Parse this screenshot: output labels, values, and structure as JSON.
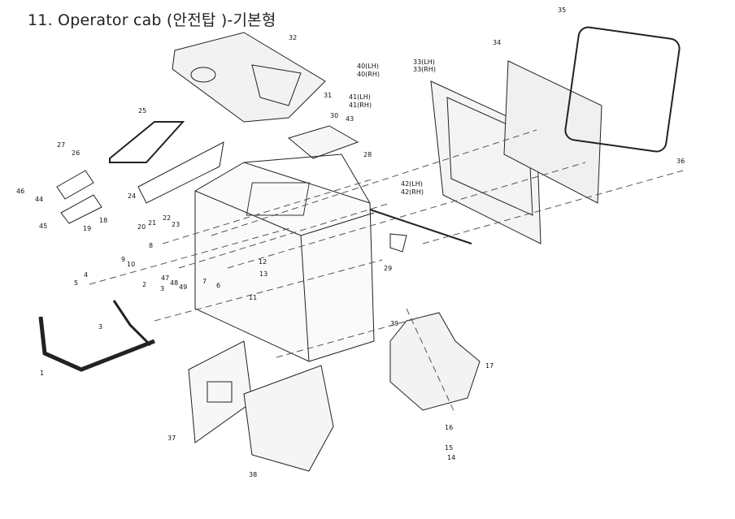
{
  "title": "11. Operator cab (안전탑 )-기본형",
  "part_labels": [
    {
      "id": "35",
      "text": "35"
    },
    {
      "id": "34",
      "text": "34"
    },
    {
      "id": "33lh",
      "text": "33(LH)"
    },
    {
      "id": "33rh",
      "text": "33(RH)"
    },
    {
      "id": "40lh",
      "text": "40(LH)"
    },
    {
      "id": "40rh",
      "text": "40(RH)"
    },
    {
      "id": "32",
      "text": "32"
    },
    {
      "id": "41lh",
      "text": "41(LH)"
    },
    {
      "id": "41rh",
      "text": "41(RH)"
    },
    {
      "id": "31",
      "text": "31"
    },
    {
      "id": "30",
      "text": "30"
    },
    {
      "id": "43",
      "text": "43"
    },
    {
      "id": "25",
      "text": "25"
    },
    {
      "id": "27",
      "text": "27"
    },
    {
      "id": "26",
      "text": "26"
    },
    {
      "id": "28",
      "text": "28"
    },
    {
      "id": "36",
      "text": "36"
    },
    {
      "id": "42lh",
      "text": "42(LH)"
    },
    {
      "id": "42rh",
      "text": "42(RH)"
    },
    {
      "id": "24",
      "text": "24"
    },
    {
      "id": "46",
      "text": "46"
    },
    {
      "id": "44",
      "text": "44"
    },
    {
      "id": "22",
      "text": "22"
    },
    {
      "id": "45",
      "text": "45"
    },
    {
      "id": "21",
      "text": "21"
    },
    {
      "id": "23",
      "text": "23"
    },
    {
      "id": "18",
      "text": "18"
    },
    {
      "id": "20",
      "text": "20"
    },
    {
      "id": "19",
      "text": "19"
    },
    {
      "id": "8",
      "text": "8"
    },
    {
      "id": "9",
      "text": "9"
    },
    {
      "id": "10",
      "text": "10"
    },
    {
      "id": "29",
      "text": "29"
    },
    {
      "id": "12",
      "text": "12"
    },
    {
      "id": "13",
      "text": "13"
    },
    {
      "id": "47",
      "text": "47"
    },
    {
      "id": "4",
      "text": "4"
    },
    {
      "id": "48",
      "text": "48"
    },
    {
      "id": "49",
      "text": "49"
    },
    {
      "id": "7",
      "text": "7"
    },
    {
      "id": "6",
      "text": "6"
    },
    {
      "id": "11",
      "text": "11"
    },
    {
      "id": "5",
      "text": "5"
    },
    {
      "id": "2",
      "text": "2"
    },
    {
      "id": "3a",
      "text": "3"
    },
    {
      "id": "3b",
      "text": "3"
    },
    {
      "id": "39",
      "text": "39"
    },
    {
      "id": "1",
      "text": "1"
    },
    {
      "id": "17",
      "text": "17"
    },
    {
      "id": "37",
      "text": "37"
    },
    {
      "id": "16",
      "text": "16"
    },
    {
      "id": "38",
      "text": "38"
    },
    {
      "id": "15",
      "text": "15"
    },
    {
      "id": "14",
      "text": "14"
    }
  ]
}
